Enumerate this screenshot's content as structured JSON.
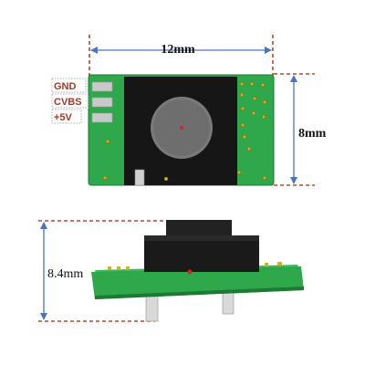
{
  "dimensions": {
    "width_label": "12mm",
    "height_label": "8mm",
    "depth_label": "8.4mm",
    "line_color": "#4a73c0",
    "guide_color": "#b8472e"
  },
  "pads": [
    {
      "label": "GND"
    },
    {
      "label": "CVBS"
    },
    {
      "label": "+5V"
    }
  ],
  "colors": {
    "pcb": "#2ea84a",
    "pcb_dark": "#1d7a33",
    "sensor": "#161616",
    "lens": "#7a7a7a",
    "via": "#d4b21f",
    "pad": "#c8c8c8",
    "pin": "#d9d9d9"
  }
}
